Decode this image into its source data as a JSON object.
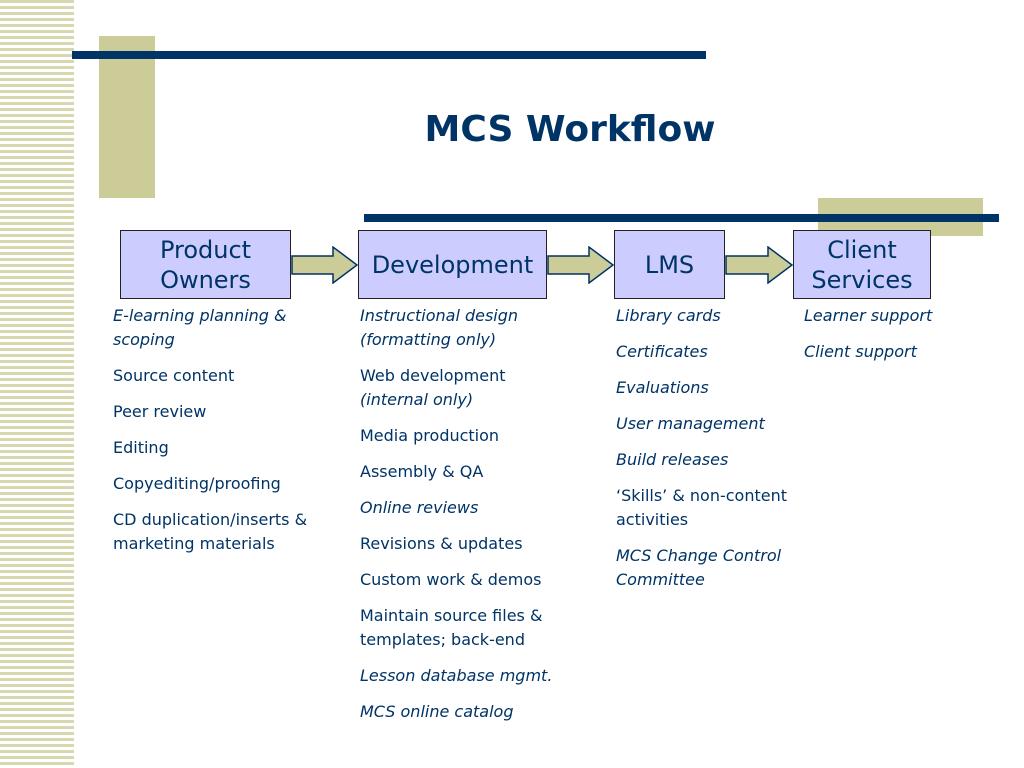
{
  "title": "MCS Workflow",
  "stages": [
    {
      "label": "Product Owners"
    },
    {
      "label": "Development"
    },
    {
      "label": "LMS"
    },
    {
      "label": "Client Services"
    }
  ],
  "columns": {
    "product_owners": [
      {
        "text": "E-learning planning & scoping",
        "italic": true
      },
      {
        "text": "Source content",
        "italic": false
      },
      {
        "text": "Peer review",
        "italic": false
      },
      {
        "text": "Editing",
        "italic": false
      },
      {
        "text": "Copyediting/proofing",
        "italic": false
      },
      {
        "text": "CD duplication/inserts & marketing materials",
        "italic": false
      }
    ],
    "development": [
      {
        "text": "Instructional design (formatting only)",
        "italic": true
      },
      {
        "text": "Web development",
        "italic": false,
        "sub": "(internal only)"
      },
      {
        "text": "Media production",
        "italic": false
      },
      {
        "text": "Assembly & QA",
        "italic": false
      },
      {
        "text": "Online reviews",
        "italic": true
      },
      {
        "text": "Revisions & updates",
        "italic": false
      },
      {
        "text": "Custom work & demos",
        "italic": false
      },
      {
        "text": "Maintain source files & templates; back-end",
        "italic": false
      },
      {
        "text": "Lesson database mgmt.",
        "italic": true
      },
      {
        "text": "MCS online catalog",
        "italic": true
      }
    ],
    "lms": [
      {
        "text": "Library cards",
        "italic": true
      },
      {
        "text": "Certificates",
        "italic": true
      },
      {
        "text": "Evaluations",
        "italic": true
      },
      {
        "text": "User management",
        "italic": true
      },
      {
        "text": "Build releases",
        "italic": true
      },
      {
        "text": "‘Skills’ & non-content activities",
        "italic": false
      },
      {
        "text": "MCS Change Control Committee",
        "italic": true
      }
    ],
    "client_services": [
      {
        "text": "Learner support",
        "italic": true
      },
      {
        "text": "Client support",
        "italic": true
      }
    ]
  },
  "colors": {
    "navy": "#003366",
    "box_fill": "#ccccff",
    "accent_tan": "#cccc99",
    "arrow_fill": "#cccc99"
  }
}
